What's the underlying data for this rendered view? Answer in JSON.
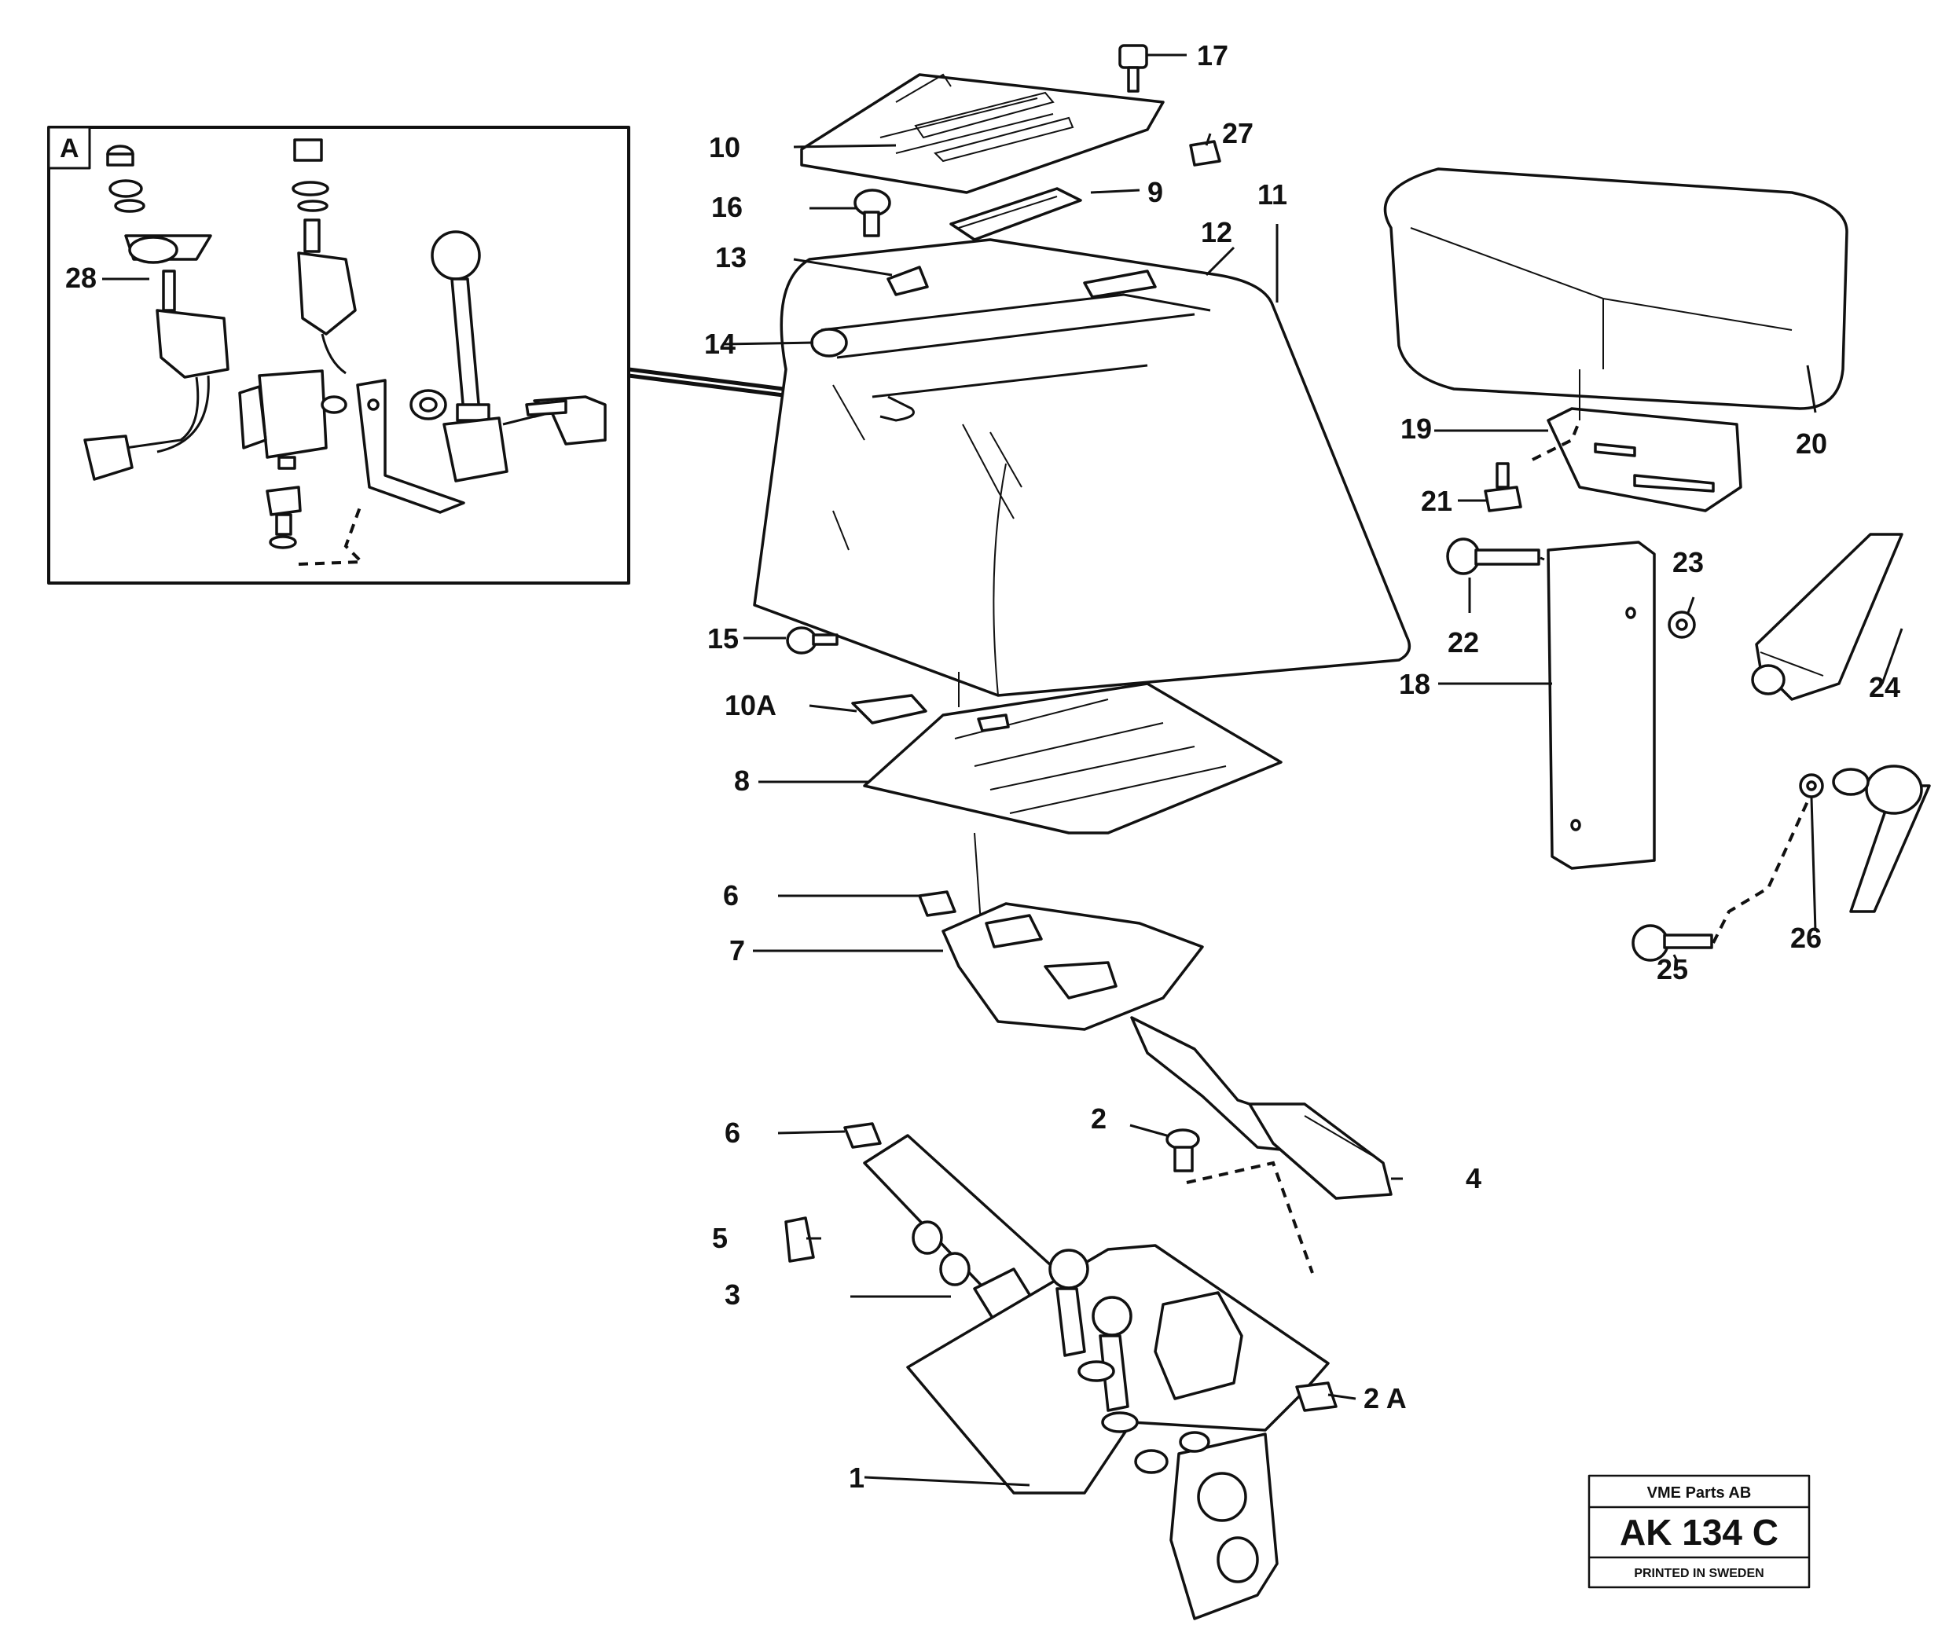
{
  "inset": {
    "letter": "A"
  },
  "callouts": {
    "c1": "1",
    "c2": "2",
    "c2a": "2 A",
    "c3": "3",
    "c4": "4",
    "c5": "5",
    "c6a": "6",
    "c6b": "6",
    "c7": "7",
    "c8": "8",
    "c9": "9",
    "c10": "10",
    "c10a": "10A",
    "c11": "11",
    "c12": "12",
    "c13": "13",
    "c14": "14",
    "c15": "15",
    "c16": "16",
    "c17": "17",
    "c18": "18",
    "c19": "19",
    "c20": "20",
    "c21": "21",
    "c22": "22",
    "c23": "23",
    "c24": "24",
    "c25": "25",
    "c26": "26",
    "c27": "27",
    "c28": "28"
  },
  "title_block": {
    "company": "VME Parts AB",
    "drawing_number": "AK 134 C",
    "printed": "PRINTED IN SWEDEN"
  }
}
